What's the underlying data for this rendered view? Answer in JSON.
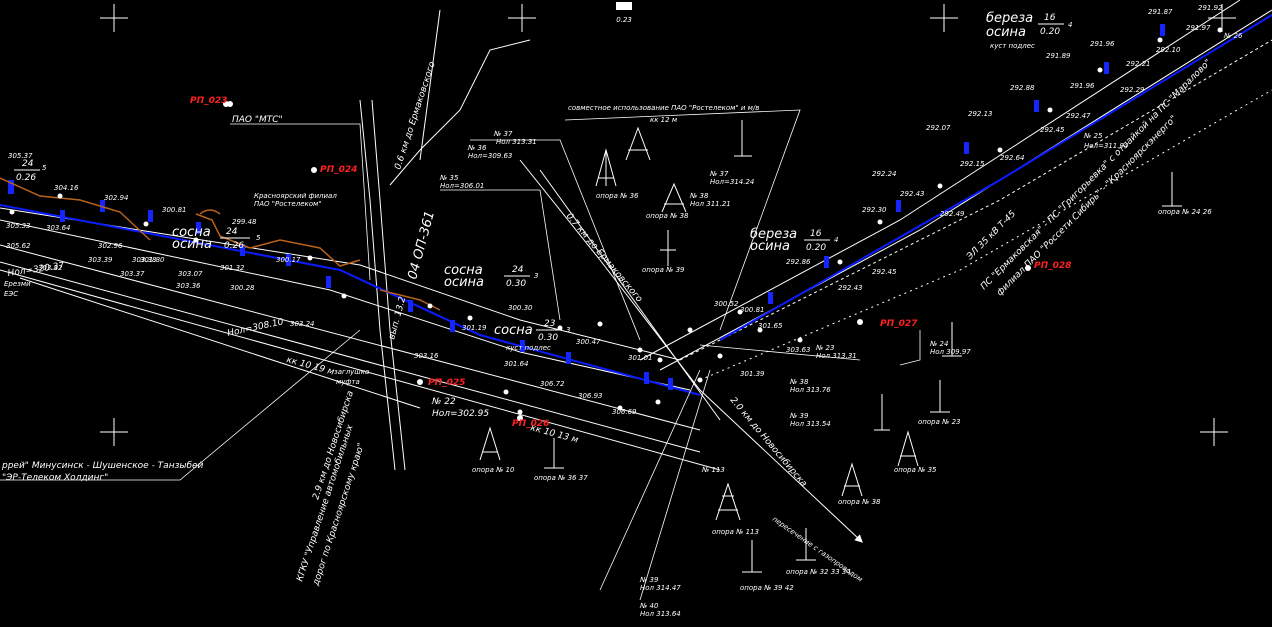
{
  "colors": {
    "background": "#000000",
    "linework": "#ffffff",
    "cable": "#0a1cff",
    "terrain": "#b8621c",
    "marker_label": "#ff2020"
  },
  "markers": [
    {
      "id": "rp_023",
      "label": "РП_023"
    },
    {
      "id": "rp_024",
      "label": "РП_024"
    },
    {
      "id": "rp_025",
      "label": "РП_025"
    },
    {
      "id": "rp_026",
      "label": "РП_026"
    },
    {
      "id": "rp_027",
      "label": "РП_027"
    },
    {
      "id": "rp_028",
      "label": "РП_028"
    }
  ],
  "labels": {
    "pao_mts": "ПАО \"МТС\"",
    "kras_filial_1": "Красноярский филиал",
    "kras_filial_2": "ПАО \"Ростелеком\"",
    "joint_use": "совместное использование ПАО \"Ростелеком\" и м/в",
    "kabel_12": "кк 12 м",
    "dir_ermakovskoe_top": "0.6 км до Ермаковского",
    "dir_ermakovskoe_mid": "0.7 км до Ермаковского",
    "dir_novosibirsk": "2.9 км до Новосибирска",
    "dir_novosibirsk_right": "2.0 км до Новосибирска",
    "road_code": "04 ОП-361",
    "kgku_1": "КГКУ \"Управление автомобильных",
    "kgku_2": "дорог по Красноярскому краю\"",
    "operator_1": "ррей\" Минусинск - Шушенское - Танзыбей",
    "operator_2": "\"ЭР-Телеком Холдинг\"",
    "ps_right_1": "ПС \"Ермаковская\" - ПС \"Григорьевка\" с отпайкой на ПС \"Маралово\"",
    "ps_right_2": "филиал ПАО \"Россети Сибирь\" - \"Красноярскэнерго\"",
    "vl_code": "ЭЛ 35 кВ Т-45",
    "kabel_10_19": "кк 10 19 м",
    "kabel_10_13": "кк 10 13 м",
    "zaglushka": "заглушка",
    "mufta": "муфта",
    "erezmi": "Ерезми",
    "ets": "ЕЭС",
    "nop_320": "Нол=320.37",
    "nop_308": "Нол=308.10",
    "top_value": "0.23",
    "pole_26": "№ 26",
    "vysota": "№ 25",
    "nop_311": "Нол=311.94",
    "vyp_note": "вып. 13.2",
    "num_113": "№ 113",
    "crossing_note": "пересечение с газопроводом"
  },
  "vegetation": [
    {
      "trees_1": "береза",
      "trees_2": "осина",
      "top": "16",
      "bottom": "0.20",
      "count": "4",
      "note": "куст подлес"
    },
    {
      "trees_1": "сосна",
      "trees_2": "осина",
      "top": "24",
      "bottom": "0.26",
      "count": "5",
      "note": ""
    },
    {
      "trees_1": "береза",
      "trees_2": "осина",
      "top": "16",
      "bottom": "0.20",
      "count": "4",
      "note": ""
    },
    {
      "trees_1": "сосна",
      "trees_2": "осина",
      "top": "24",
      "bottom": "0.30",
      "count": "3",
      "note": ""
    },
    {
      "trees_1": "сосна",
      "trees_2": "",
      "top": "23",
      "bottom": "0.30",
      "count": "3",
      "note": "куст подлес"
    },
    {
      "trees_1": "",
      "trees_2": "",
      "top": "24",
      "bottom": "0.26",
      "count": "5",
      "note": ""
    }
  ],
  "elevations_left": [
    "305.37",
    "304.16",
    "302.94",
    "305.33",
    "303.64",
    "305.62",
    "303.82",
    "303.38",
    "302.96",
    "303.39",
    "301.80",
    "300.81",
    "303.37",
    "303.36",
    "303.07",
    "301.32",
    "300.28",
    "300.17",
    "299.48",
    "303.24"
  ],
  "elevations_mid": [
    "300.30",
    "301.19",
    "303.16",
    "301.64",
    "306.72",
    "306.93",
    "306.69",
    "300.47",
    "301.01",
    "300.52",
    "300.81",
    "301.65",
    "303.63",
    "301.39"
  ],
  "elevations_right": [
    "291.87",
    "291.92",
    "291.97",
    "291.96",
    "292.10",
    "291.89",
    "292.21",
    "292.07",
    "292.88",
    "291.96",
    "292.29",
    "292.13",
    "292.47",
    "292.45",
    "292.15",
    "292.24",
    "292.64",
    "292.30",
    "292.43",
    "292.49",
    "292.86",
    "292.43",
    "292.45"
  ],
  "poles": [
    {
      "num": "№ 37",
      "nop": "Нол 313.31"
    },
    {
      "num": "№ 36",
      "nop": "Нол=309.63"
    },
    {
      "num": "№ 35",
      "nop": "Нол=306.01"
    },
    {
      "num": "№ 37",
      "nop": "Нол=314.24"
    },
    {
      "num": "№ 38",
      "nop": "Нол 311.21"
    },
    {
      "num": "№ 23",
      "nop": "Нол 313.31"
    },
    {
      "num": "№ 24",
      "nop": "Нол 309.97"
    },
    {
      "num": "№ 38",
      "nop": "Нол 313.76"
    },
    {
      "num": "№ 39",
      "nop": "Нол 313.54"
    },
    {
      "num": "№ 39",
      "nop": "Нол 314.47"
    },
    {
      "num": "№ 40",
      "nop": "Нол 313.64"
    },
    {
      "num": "№ 22",
      "nop": "Нол=302.95"
    }
  ],
  "support_labels": [
    "опора № 36",
    "опора № 38",
    "опора № 39",
    "опора № 24 26",
    "опора № 35",
    "опора № 10",
    "опора № 36 37",
    "опора № 113",
    "опора № 39 42",
    "опора № 32 33 34",
    "опора № 23",
    "опора № 38"
  ]
}
